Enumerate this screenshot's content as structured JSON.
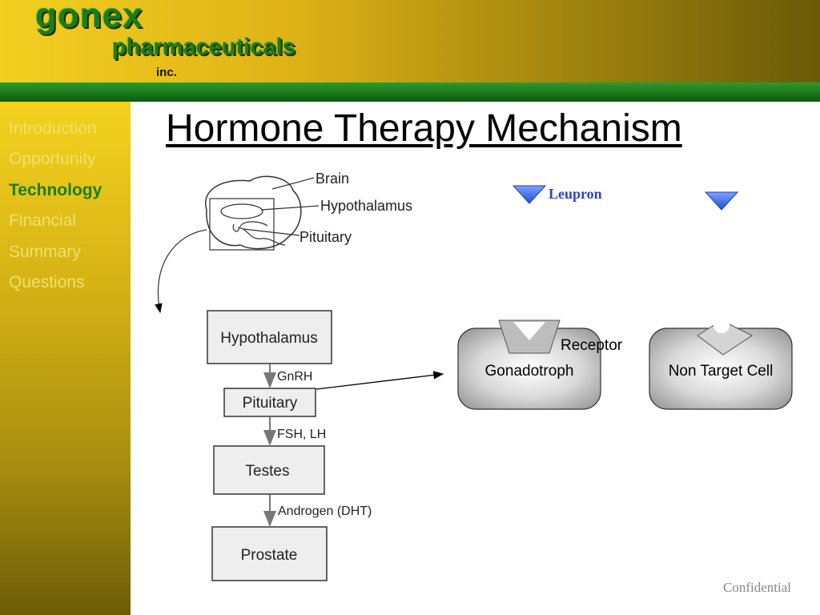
{
  "header": {
    "logo_main": "gonex",
    "logo_sub": "pharmaceuticals",
    "logo_suffix": "inc."
  },
  "sidebar": {
    "items": [
      {
        "label": "Introduction",
        "active": false
      },
      {
        "label": "Opportunity",
        "active": false
      },
      {
        "label": "Technology",
        "active": true
      },
      {
        "label": "Financial",
        "active": false
      },
      {
        "label": "Summary",
        "active": false
      },
      {
        "label": "Questions",
        "active": false
      }
    ]
  },
  "slide": {
    "title": "Hormone Therapy Mechanism",
    "footer": "Confidential"
  },
  "brain": {
    "labels": [
      "Brain",
      "Hypothalamus",
      "Pituitary"
    ]
  },
  "flow": {
    "boxes": [
      "Hypothalamus",
      "Pituitary",
      "Testes",
      "Prostate"
    ],
    "arrows": [
      "GnRH",
      "FSH, LH",
      "Androgen (DHT)"
    ]
  },
  "cells": {
    "drug_label": "Leupron",
    "receptor_label": "Receptor",
    "target_cell": "Gonadotroph",
    "non_target_cell": "Non Target Cell"
  },
  "colors": {
    "brand_green": "#1b7c1b",
    "drug_blue": "#2d5fd9",
    "flow_box_fill": "#eeeeee"
  }
}
